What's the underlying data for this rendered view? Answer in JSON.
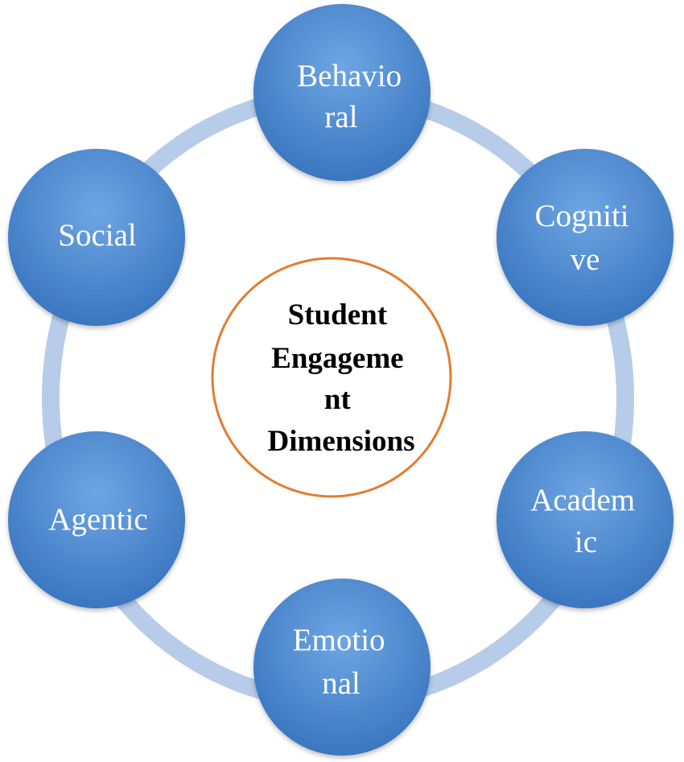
{
  "diagram": {
    "center": {
      "lines": [
        "Student",
        "Engageme",
        "nt",
        "Dimensions"
      ]
    },
    "nodes": [
      {
        "id": "behavioral",
        "lines": [
          "Behavio",
          "ral"
        ]
      },
      {
        "id": "cognitive",
        "lines": [
          "Cogniti",
          "ve"
        ]
      },
      {
        "id": "academic",
        "lines": [
          "Academ",
          "ic"
        ]
      },
      {
        "id": "emotional",
        "lines": [
          "Emotio",
          "nal"
        ]
      },
      {
        "id": "agentic",
        "lines": [
          "Agentic"
        ]
      },
      {
        "id": "social",
        "lines": [
          "Social"
        ]
      }
    ]
  },
  "colors": {
    "node_fill": "#4a8bd6",
    "node_fill_light": "#6ea6e3",
    "node_fill_dark": "#3a76c0",
    "ring": "#b3c9e8",
    "center_border": "#e27d30",
    "center_text": "#000000",
    "node_text": "#ffffff"
  }
}
